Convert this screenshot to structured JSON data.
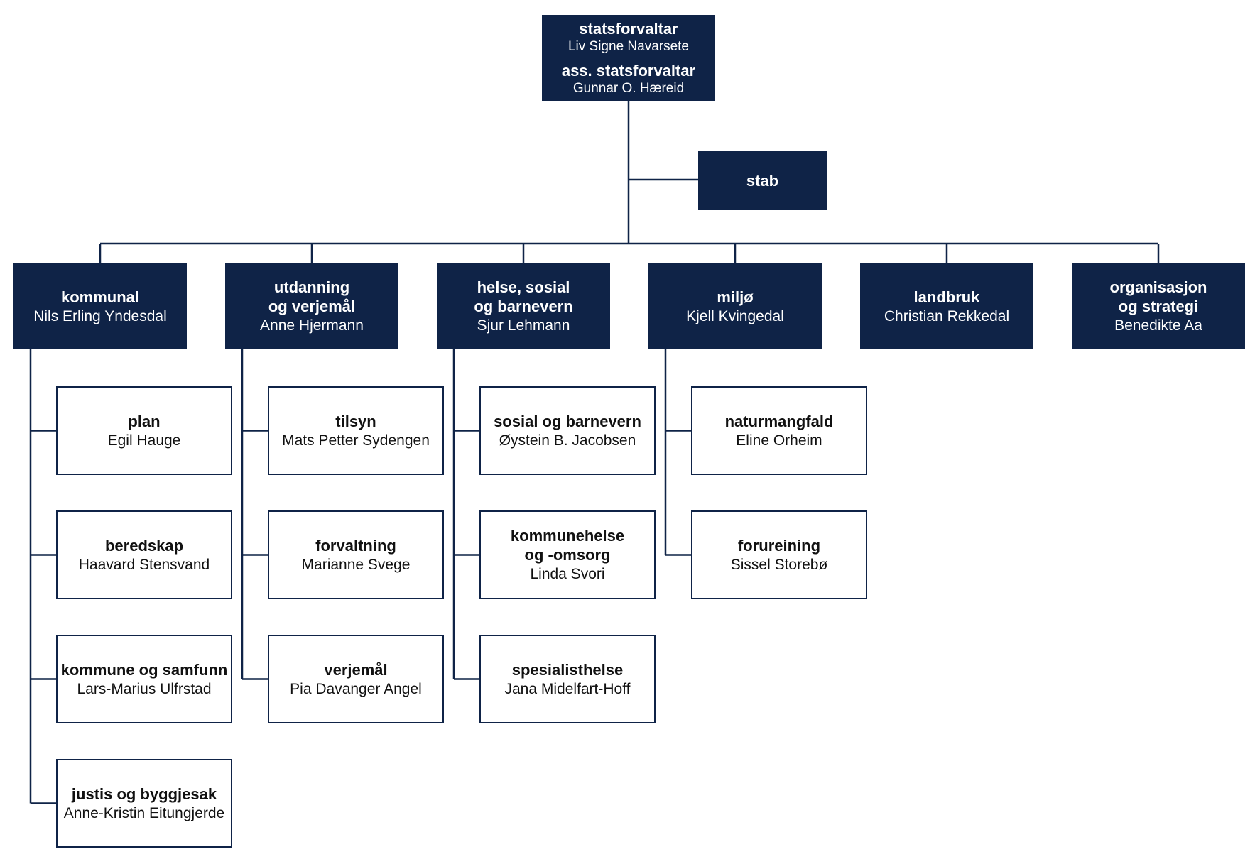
{
  "colors": {
    "navy": "#0f2347",
    "white": "#ffffff",
    "text": "#111111"
  },
  "top": {
    "title1": "statsforvaltar",
    "name1": "Liv Signe Navarsete",
    "title2": "ass. statsforvaltar",
    "name2": "Gunnar O. Hæreid"
  },
  "stab": {
    "title": "stab"
  },
  "departments": [
    {
      "title": [
        "kommunal"
      ],
      "person": "Nils Erling Yndesdal",
      "sections": [
        {
          "title": [
            "plan"
          ],
          "person": "Egil Hauge"
        },
        {
          "title": [
            "beredskap"
          ],
          "person": "Haavard Stensvand"
        },
        {
          "title": [
            "kommune og samfunn"
          ],
          "person": "Lars-Marius Ulfrstad"
        },
        {
          "title": [
            "justis og byggjesak"
          ],
          "person": "Anne-Kristin Eitungjerde"
        }
      ]
    },
    {
      "title": [
        "utdanning",
        "og verjemål"
      ],
      "person": "Anne Hjermann",
      "sections": [
        {
          "title": [
            "tilsyn"
          ],
          "person": "Mats Petter Sydengen"
        },
        {
          "title": [
            "forvaltning"
          ],
          "person": "Marianne Svege"
        },
        {
          "title": [
            "verjemål"
          ],
          "person": "Pia Davanger Angel"
        }
      ]
    },
    {
      "title": [
        "helse, sosial",
        "og barnevern"
      ],
      "person": "Sjur Lehmann",
      "sections": [
        {
          "title": [
            "sosial og barnevern"
          ],
          "person": "Øystein B. Jacobsen"
        },
        {
          "title": [
            "kommunehelse",
            "og -omsorg"
          ],
          "person": "Linda Svori"
        },
        {
          "title": [
            "spesialisthelse"
          ],
          "person": "Jana Midelfart-Hoff"
        }
      ]
    },
    {
      "title": [
        "miljø"
      ],
      "person": "Kjell Kvingedal",
      "sections": [
        {
          "title": [
            "naturmangfald"
          ],
          "person": "Eline Orheim"
        },
        {
          "title": [
            "forureining"
          ],
          "person": "Sissel Storebø"
        }
      ]
    },
    {
      "title": [
        "landbruk"
      ],
      "person": "Christian Rekkedal",
      "sections": []
    },
    {
      "title": [
        "organisasjon",
        "og strategi"
      ],
      "person": "Benedikte Aa",
      "sections": []
    }
  ]
}
